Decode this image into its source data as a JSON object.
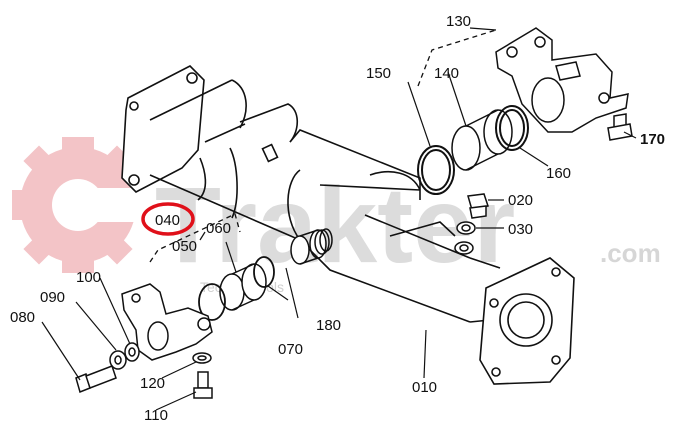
{
  "diagram": {
    "labels": {
      "p010": "010",
      "p020": "020",
      "p030": "030",
      "p040": "040",
      "p050": "050",
      "p060": "060",
      "p070": "070",
      "p080": "080",
      "p090": "090",
      "p100": "100",
      "p110": "110",
      "p120": "120",
      "p130": "130",
      "p140": "140",
      "p150": "150",
      "p160": "160",
      "p170": "170",
      "p180": "180"
    },
    "highlighted_part": "040",
    "highlight_color": "#e0101a"
  },
  "watermark": {
    "brand": "Trakter",
    "domain": ".com",
    "tagline": "Tecnical tools",
    "color": "#f2c6c8",
    "brand_color": "#cfcfcf"
  }
}
